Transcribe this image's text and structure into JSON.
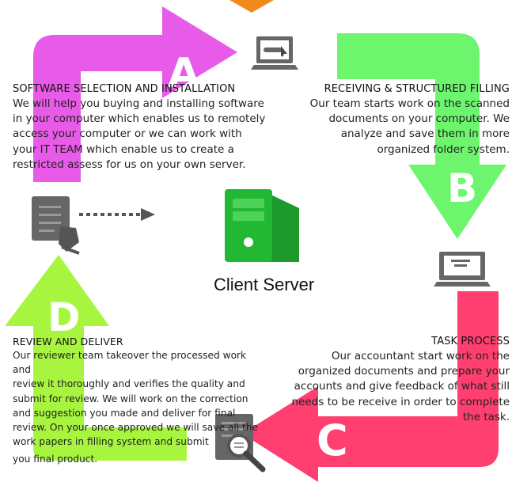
{
  "steps": {
    "a": {
      "letter": "A",
      "title": "SOFTWARE SELECTION AND INSTALLATION",
      "lines": [
        "We will help you buying and installing software",
        "in your computer which enables us to remotely",
        "access your computer or we can work with",
        "your IT TEAM which enable us to create a",
        "restricted assess for us on your own server."
      ]
    },
    "b": {
      "letter": "B",
      "title": "RECEIVING & STRUCTURED FILLING",
      "lines": [
        "Our team starts work on the scanned",
        "documents on your computer. We",
        "analyze and save them in more",
        "organized folder system."
      ]
    },
    "c": {
      "letter": "C",
      "title": "TASK PROCESS",
      "lines": [
        "Our accountant start work on the",
        "organized documents and prepare your",
        "accounts and give feedback of what still",
        "needs to be receive in order to complete",
        "the task."
      ]
    },
    "d": {
      "letter": "D",
      "title": "REVIEW AND DELIVER",
      "lines": [
        "Our reviewer team takeover the processed work and",
        "review it thoroughly and verifies the quality and",
        "submit for review. We will work on the correction",
        "and suggestion you made and deliver for final",
        "review. On your once approved we will save all the",
        "work papers in filling system and submit",
        "you final product."
      ]
    }
  },
  "center": {
    "label": "Client Server"
  },
  "colors": {
    "arrow_a": "#e85ae8",
    "arrow_b": "#6ef56e",
    "arrow_c": "#ff3f6f",
    "arrow_d": "#a8f53f",
    "top_marker": "#f08a1c",
    "server": "#22b833",
    "device": "#666666"
  },
  "icons": {
    "top_right": "laptop-icon",
    "right": "laptop-icon",
    "bottom": "document-search-icon",
    "left": "document-hand-icon",
    "center": "server-icon"
  }
}
